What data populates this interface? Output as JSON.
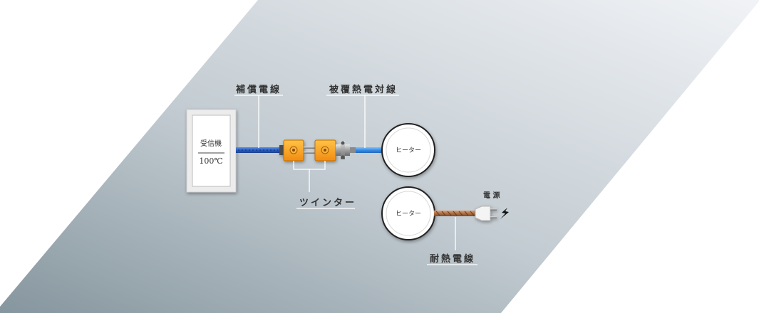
{
  "labels": {
    "compensation_wire": "補償電線",
    "coated_thermocouple": "被覆熱電対線",
    "twin_connector": "ツインター",
    "heat_resistant_wire": "耐熱電線",
    "power_source": "電 源"
  },
  "receiver": {
    "title": "受信機",
    "value": "100℃"
  },
  "heaters": [
    {
      "label": "ヒーター"
    },
    {
      "label": "ヒーター"
    }
  ],
  "colors": {
    "background_dark": "#8b9aa2",
    "background_light": "#eef1f4",
    "connector_orange": "#f5a623",
    "cable_blue": "#2f66c8",
    "thermocouple_blue": "#3a8ee6",
    "heat_wire_brown": "#b87a4b"
  }
}
